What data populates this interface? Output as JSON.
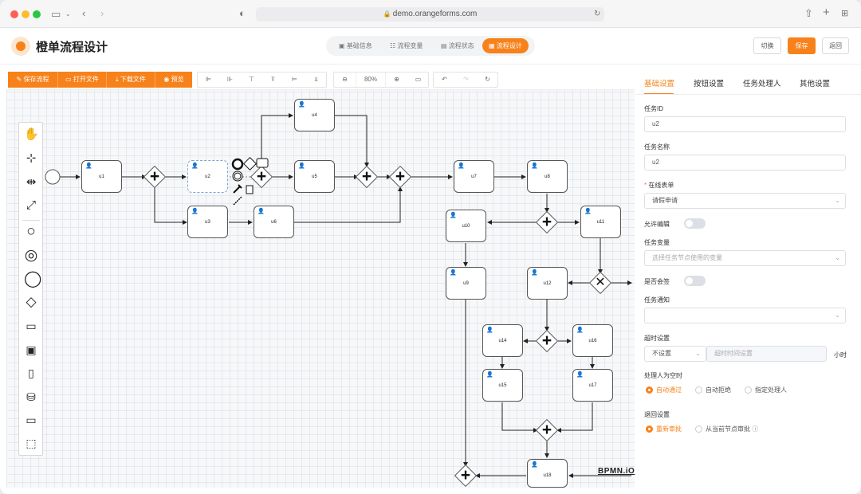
{
  "browser": {
    "url": "demo.orangeforms.com"
  },
  "app": {
    "title": "橙单流程设计",
    "tabs": [
      {
        "label": "基础信息",
        "icon": "form-icon"
      },
      {
        "label": "流程变量",
        "icon": "list-icon"
      },
      {
        "label": "流程状态",
        "icon": "document-icon"
      },
      {
        "label": "流程设计",
        "icon": "design-icon"
      }
    ],
    "active_tab": 3,
    "switch_label": "切换",
    "save_label": "保存",
    "back_label": "返回"
  },
  "toolbar": {
    "file_buttons": [
      "保存流程",
      "打开文件",
      "下载文件",
      "预览"
    ],
    "zoom": "80%"
  },
  "diagram": {
    "tasks": [
      "u1",
      "u2",
      "u3",
      "u4",
      "u5",
      "u6",
      "u7",
      "u8",
      "u9",
      "u10",
      "u11",
      "u12",
      "u14",
      "u15",
      "u16",
      "u17",
      "u18"
    ],
    "watermark": "BPMN.iO"
  },
  "panel": {
    "tabs": [
      "基础设置",
      "按钮设置",
      "任务处理人",
      "其他设置"
    ],
    "active_tab": 0,
    "task_id_label": "任务ID",
    "task_id_value": "u2",
    "task_name_label": "任务名称",
    "task_name_value": "u2",
    "form_label": "在线表单",
    "form_value": "请假申请",
    "allow_edit_label": "允许编辑",
    "variables_label": "任务变量",
    "variables_placeholder": "选择任务节点使用的变量",
    "countersign_label": "是否会签",
    "notify_label": "任务通知",
    "timeout_label": "超时设置",
    "timeout_select": "不设置",
    "timeout_placeholder": "超时时间设置",
    "timeout_unit": "小时",
    "empty_handler_label": "处理人为空时",
    "empty_handler_options": [
      "自动通过",
      "自动拒绝",
      "指定处理人"
    ],
    "reject_label": "退回设置",
    "reject_options": [
      "重新审批",
      "从当前节点审批"
    ]
  }
}
